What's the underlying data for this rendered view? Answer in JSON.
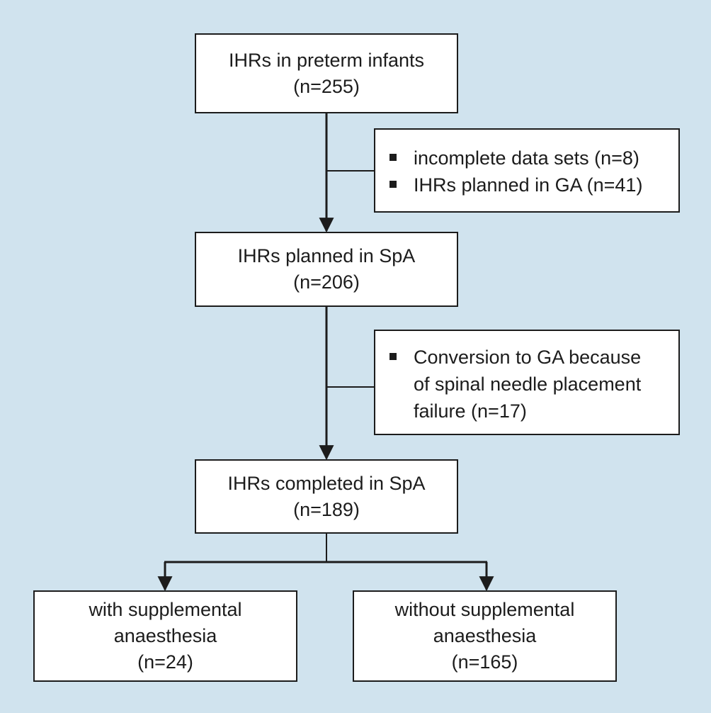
{
  "boxes": {
    "ihrs_preterm": {
      "line1": "IHRs in preterm infants",
      "line2": "(n=255)"
    },
    "planned_spa": {
      "line1": "IHRs planned in SpA",
      "line2": "(n=206)"
    },
    "completed_spa": {
      "line1": "IHRs completed in SpA",
      "line2": "(n=189)"
    },
    "with_supplemental": {
      "line1": "with supplemental",
      "line2": "anaesthesia",
      "line3": "(n=24)"
    },
    "without_supplemental": {
      "line1": "without supplemental",
      "line2": "anaesthesia",
      "line3": "(n=165)"
    }
  },
  "exclusions": {
    "first": [
      "incomplete data sets (n=8)",
      "IHRs planned in GA (n=41)"
    ],
    "second": {
      "line1": "Conversion to GA because",
      "line2": "of spinal needle placement",
      "line3": "failure (n=17)"
    }
  },
  "colors": {
    "background": "#d0e3ee",
    "box_fill": "#ffffff",
    "stroke": "#1c1c1c"
  }
}
